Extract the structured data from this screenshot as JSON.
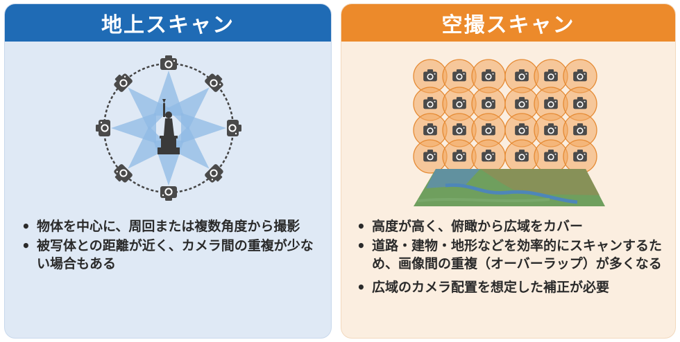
{
  "left": {
    "title": "地上スキャン",
    "bullets": [
      "物体を中心に、周回または複数角度から撮影",
      "被写体との距離が近く、カメラ間の重複が少ない場合もある"
    ],
    "colors": {
      "header": "#1f6bb5",
      "background": "#dfe9f5"
    },
    "icons": [
      "camera-icon",
      "statue-icon"
    ]
  },
  "right": {
    "title": "空撮スキャン",
    "bullets": [
      "高度が高く、俯瞰から広域をカバー",
      "道路・建物・地形などを効率的にスキャンするため、画像間の重複（オーバーラップ）が多くなる",
      "広域のカメラ配置を想定した補正が必要"
    ],
    "colors": {
      "header": "#ec8a2b",
      "background": "#fbeee0"
    },
    "icons": [
      "camera-icon",
      "terrain-map-icon"
    ]
  }
}
